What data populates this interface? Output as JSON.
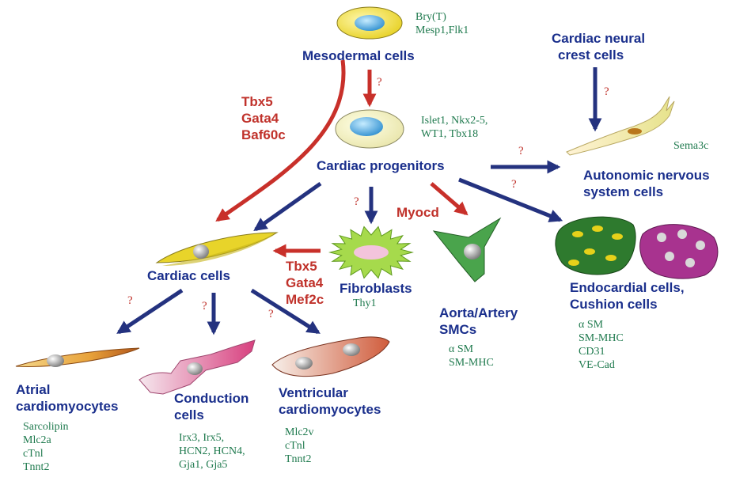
{
  "nodes": {
    "mesodermal": {
      "label": "Mesodermal cells",
      "markers": [
        "Bry(T)",
        "Mesp1,Flk1"
      ]
    },
    "neural_crest": {
      "label_lines": [
        "Cardiac neural",
        "crest cells"
      ]
    },
    "progenitors": {
      "label": "Cardiac progenitors",
      "markers": [
        "Islet1, Nkx2-5,",
        "WT1, Tbx18"
      ]
    },
    "autonomic": {
      "label_lines": [
        "Autonomic nervous",
        "system cells"
      ],
      "markers": [
        "Sema3c"
      ]
    },
    "cardiac": {
      "label": "Cardiac cells"
    },
    "fibroblasts": {
      "label": "Fibroblasts",
      "markers": [
        "Thy1"
      ]
    },
    "smc": {
      "label_lines": [
        "Aorta/Artery",
        "SMCs"
      ],
      "markers": [
        "α SM",
        "SM-MHC"
      ]
    },
    "endocardial": {
      "label_lines": [
        "Endocardial cells,",
        "Cushion cells"
      ],
      "markers": [
        "α SM",
        "SM-MHC",
        "CD31",
        "VE-Cad"
      ]
    },
    "atrial": {
      "label_lines": [
        "Atrial",
        "cardiomyocytes"
      ],
      "markers": [
        "Sarcolipin",
        "Mlc2a",
        "cTnl",
        "Tnnt2"
      ]
    },
    "conduction": {
      "label_lines": [
        "Conduction",
        "cells"
      ],
      "markers": [
        "Irx3, Irx5,",
        "HCN2, HCN4,",
        "Gja1, Gja5"
      ]
    },
    "ventricular": {
      "label_lines": [
        "Ventricular",
        "cardiomyocytes"
      ],
      "markers": [
        "Mlc2v",
        "cTnl",
        "Tnnt2"
      ]
    }
  },
  "factors": {
    "reprogram_direct": [
      "Tbx5",
      "Gata4",
      "Baf60c"
    ],
    "reprogram_fibro": [
      "Tbx5",
      "Gata4",
      "Mef2c"
    ],
    "myocd": "Myocd"
  },
  "unknown_mark": "?",
  "colors": {
    "node_label": "#1a2f8c",
    "factor": "#c0322b",
    "marker": "#1f7a4e",
    "arrow_blue": "#24327f",
    "arrow_red": "#c8302a"
  }
}
